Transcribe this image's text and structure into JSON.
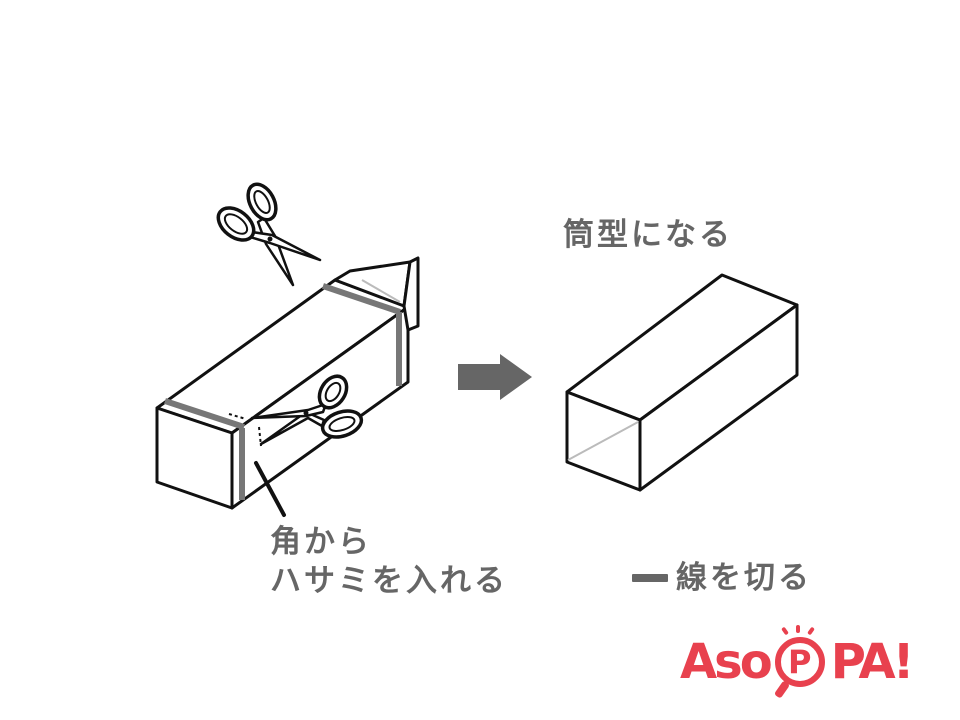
{
  "labels": {
    "result": "筒型になる",
    "instruction_line1": "角から",
    "instruction_line2": "ハサミを入れる",
    "cut_line_legend": "線を切る"
  },
  "logo": {
    "part1": "Aso",
    "circled": "P",
    "part2": "PA!"
  },
  "colors": {
    "label_text": "#666666",
    "outline": "#111111",
    "cut_band": "#777777",
    "inner_edge": "#bbbbbb",
    "arrow": "#666666",
    "logo": "#e8414e"
  },
  "icons": {
    "scissors": "scissors-icon",
    "arrow": "arrow-right-icon",
    "magnifier": "magnifier-icon"
  }
}
